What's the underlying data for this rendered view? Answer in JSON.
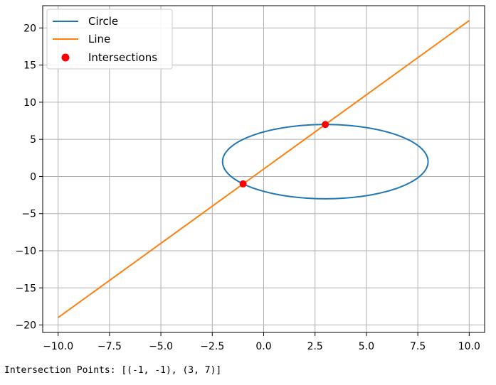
{
  "chart_data": {
    "type": "line",
    "title": "",
    "xlabel": "",
    "ylabel": "",
    "xlim": [
      -10.75,
      10.75
    ],
    "ylim": [
      -21,
      23
    ],
    "xticks": [
      -10.0,
      -7.5,
      -5.0,
      -2.5,
      0.0,
      2.5,
      5.0,
      7.5,
      10.0
    ],
    "xtick_labels": [
      "−10.0",
      "−7.5",
      "−5.0",
      "−2.5",
      "0.0",
      "2.5",
      "5.0",
      "7.5",
      "10.0"
    ],
    "yticks": [
      -20,
      -15,
      -10,
      -5,
      0,
      5,
      10,
      15,
      20
    ],
    "ytick_labels": [
      "−20",
      "−15",
      "−10",
      "−5",
      "0",
      "5",
      "10",
      "15",
      "20"
    ],
    "grid": true,
    "legend_position": "top-left",
    "series": [
      {
        "name": "Circle",
        "kind": "circle",
        "center": [
          3,
          2
        ],
        "radius": 5,
        "color": "#1f77b4"
      },
      {
        "name": "Line",
        "kind": "line",
        "x": [
          -10,
          10
        ],
        "y": [
          -19,
          21
        ],
        "color": "#ff7f0e"
      },
      {
        "name": "Intersections",
        "kind": "scatter",
        "x": [
          -1,
          3
        ],
        "y": [
          -1,
          7
        ],
        "color": "#ff0000"
      }
    ]
  },
  "output_text": "Intersection Points: [(-1, -1), (3, 7)]"
}
